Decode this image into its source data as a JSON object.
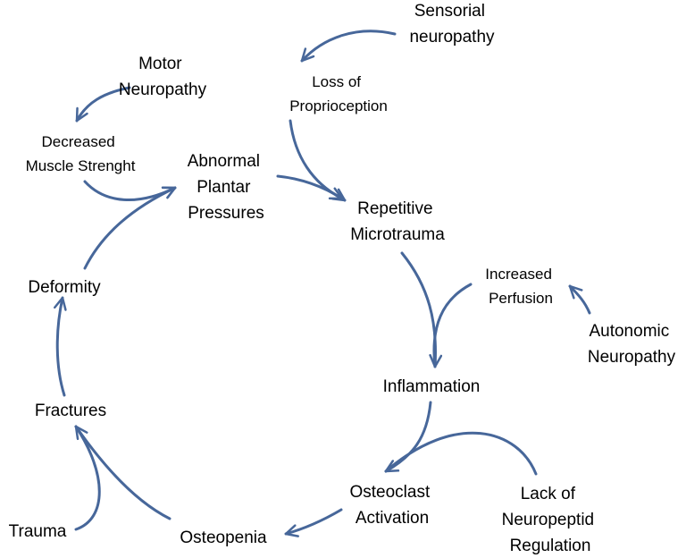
{
  "colors": {
    "arrow": "#47679a",
    "text": "#000000",
    "background": "#ffffff"
  },
  "nodes": {
    "sensorial_neuropathy": [
      "Sensorial",
      "neuropathy"
    ],
    "loss_of_proprioception": [
      "Loss of",
      "Proprioception"
    ],
    "motor_neuropathy": [
      "Motor",
      "Neuropathy"
    ],
    "decreased_muscle_strength": [
      "Decreased",
      "Muscle Strenght"
    ],
    "abnormal_plantar_pressures": [
      "Abnormal",
      "Plantar",
      "Pressures"
    ],
    "repetitive_microtrauma": [
      "Repetitive",
      "Microtrauma"
    ],
    "increased_perfusion": [
      "Increased",
      "Perfusion"
    ],
    "autonomic_neuropathy": [
      "Autonomic",
      "Neuropathy"
    ],
    "inflammation": [
      "Inflammation"
    ],
    "osteoclast_activation": [
      "Osteoclast",
      "Activation"
    ],
    "lack_of_neuropeptid_regulation": [
      "Lack of",
      "Neuropeptid",
      "Regulation"
    ],
    "osteopenia": [
      "Osteopenia"
    ],
    "trauma": [
      "Trauma"
    ],
    "fractures": [
      "Fractures"
    ],
    "deformity": [
      "Deformity"
    ]
  }
}
